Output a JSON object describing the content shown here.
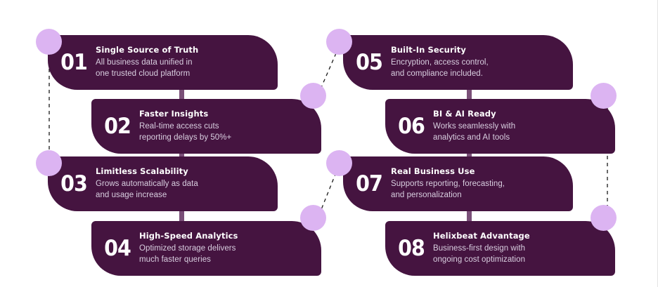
{
  "diagram": {
    "type": "numbered-banner-infographic",
    "columns": 2,
    "colors": {
      "banner": "#451440",
      "dot": "#dcb4f2",
      "connector_bar": "#7a4f78",
      "dashed_line": "#1a1a1a",
      "title_text": "#ffffff",
      "desc_text": "#d9cfe0",
      "background": "#ffffff"
    },
    "items": [
      {
        "number": "01",
        "title": "Single Source of Truth",
        "description": "All business data unified in\none trusted cloud platform"
      },
      {
        "number": "02",
        "title": "Faster Insights",
        "description": "Real-time access cuts\nreporting delays by 50%+"
      },
      {
        "number": "03",
        "title": "Limitless Scalability",
        "description": "Grows automatically as data\nand usage increase"
      },
      {
        "number": "04",
        "title": "High-Speed Analytics",
        "description": "Optimized storage delivers\nmuch faster queries"
      },
      {
        "number": "05",
        "title": "Built-In Security",
        "description": "Encryption, access control,\nand compliance included."
      },
      {
        "number": "06",
        "title": "BI & AI Ready",
        "description": "Works seamlessly with\nanalytics and AI tools"
      },
      {
        "number": "07",
        "title": "Real Business Use",
        "description": "Supports reporting, forecasting,\nand personalization"
      },
      {
        "number": "08",
        "title": "Helixbeat Advantage",
        "description": "Business-first design with\nongoing cost optimization"
      }
    ]
  }
}
